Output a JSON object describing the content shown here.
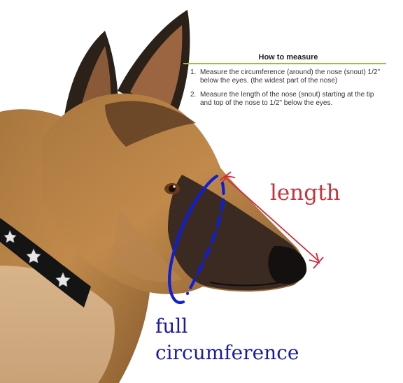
{
  "instructions": {
    "title": "How to measure",
    "steps": [
      {
        "number": "1.",
        "text": "Measure the circumference (around) the nose (snout) 1/2\" below the eyes. (the widest part of the nose)"
      },
      {
        "number": "2.",
        "text": "Measure the length of the nose (snout) starting at the tip and top of the nose to 1/2\" below the eyes."
      }
    ]
  },
  "labels": {
    "length": "length",
    "circumference_line1": "full",
    "circumference_line2": "circumference"
  },
  "colors": {
    "length_accent": "#c8323c",
    "circumference_accent": "#1a1aa8",
    "title_rule": "#8cc63f"
  },
  "illustration": {
    "subject": "german-shepherd-dog-head-profile",
    "icons": [
      "star-stud-icon"
    ]
  }
}
